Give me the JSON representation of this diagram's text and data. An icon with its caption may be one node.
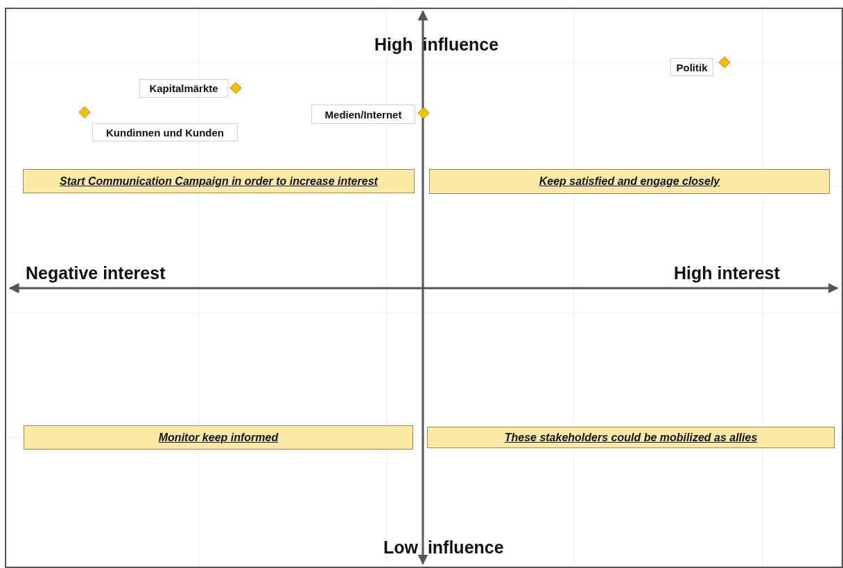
{
  "diagram": {
    "nodes": [
      {
        "text": [
          "Kapitalmärkte"
        ]
      },
      {
        "text": [
          "Kundinnen und Kunden"
        ]
      },
      {
        "text": [
          "Medien/Internet"
        ]
      },
      {
        "text": [
          "Politik"
        ]
      },
      {
        "text": [
          "Start Communication Campaign in order to increase interest"
        ]
      },
      {
        "text": [
          "Keep satisfied and engage closely"
        ]
      },
      {
        "text": [
          "Monitor keep informed"
        ]
      },
      {
        "text": [
          "These stakeholders could be mobilized as allies"
        ]
      }
    ],
    "labels": [
      "High  influence",
      "Negative interest",
      "High interest",
      "Low  influence"
    ]
  }
}
